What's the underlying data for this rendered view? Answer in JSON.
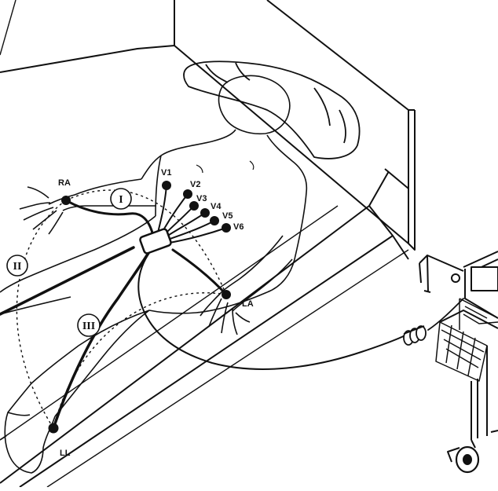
{
  "limb_labels": {
    "ra": "RA",
    "la": "LA",
    "ll": "LL"
  },
  "chest_leads": [
    "V1",
    "V2",
    "V3",
    "V4",
    "V5",
    "V6"
  ],
  "einthoven_leads": [
    "I",
    "II",
    "III"
  ],
  "colors": {
    "ink": "#111111",
    "paper": "#ffffff"
  }
}
